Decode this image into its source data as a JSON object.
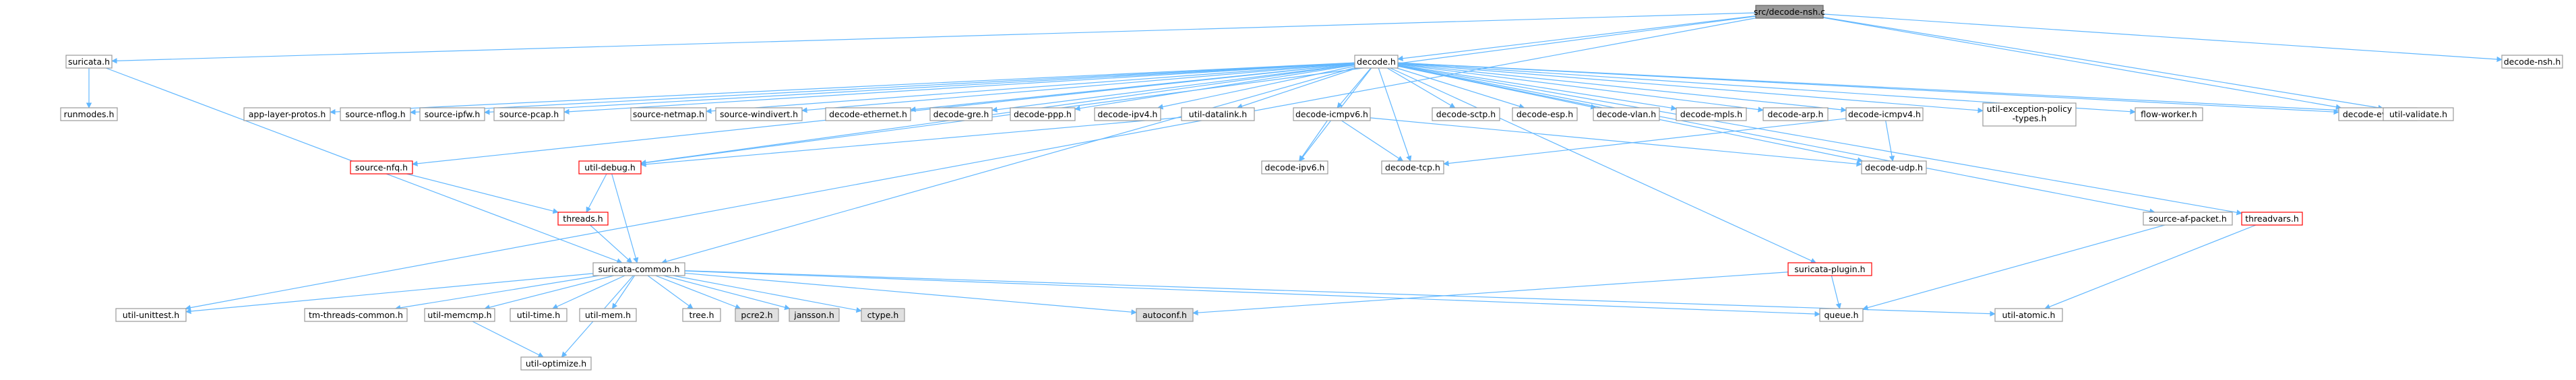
{
  "colors": {
    "edge": "#63b8ff",
    "node_fill": "#ffffff",
    "node_border": "#999999",
    "root_fill": "#999999",
    "root_border": "#666666",
    "truncated_border": "#ff0000",
    "external_fill": "#e0e0e0",
    "external_border": "#999999"
  },
  "graph": {
    "root": "src/decode-nsh.c",
    "nodes": [
      {
        "id": "root",
        "label": "src/decode-nsh.c",
        "style": "root"
      },
      {
        "id": "suricata_h",
        "label": "suricata.h",
        "style": "normal"
      },
      {
        "id": "decode_h",
        "label": "decode.h",
        "style": "normal"
      },
      {
        "id": "decode_nsh_h",
        "label": "decode-nsh.h",
        "style": "normal"
      },
      {
        "id": "runmodes_h",
        "label": "runmodes.h",
        "style": "normal"
      },
      {
        "id": "app_layer_protos_h",
        "label": "app-layer-protos.h",
        "style": "normal"
      },
      {
        "id": "source_nflog_h",
        "label": "source-nflog.h",
        "style": "normal"
      },
      {
        "id": "source_ipfw_h",
        "label": "source-ipfw.h",
        "style": "normal"
      },
      {
        "id": "source_pcap_h",
        "label": "source-pcap.h",
        "style": "normal"
      },
      {
        "id": "source_netmap_h",
        "label": "source-netmap.h",
        "style": "normal"
      },
      {
        "id": "source_windivert_h",
        "label": "source-windivert.h",
        "style": "normal"
      },
      {
        "id": "decode_ethernet_h",
        "label": "decode-ethernet.h",
        "style": "normal"
      },
      {
        "id": "decode_gre_h",
        "label": "decode-gre.h",
        "style": "normal"
      },
      {
        "id": "decode_ppp_h",
        "label": "decode-ppp.h",
        "style": "normal"
      },
      {
        "id": "decode_ipv4_h",
        "label": "decode-ipv4.h",
        "style": "normal"
      },
      {
        "id": "util_datalink_h",
        "label": "util-datalink.h",
        "style": "normal"
      },
      {
        "id": "decode_icmpv6_h",
        "label": "decode-icmpv6.h",
        "style": "normal"
      },
      {
        "id": "decode_sctp_h",
        "label": "decode-sctp.h",
        "style": "normal"
      },
      {
        "id": "decode_esp_h",
        "label": "decode-esp.h",
        "style": "normal"
      },
      {
        "id": "decode_vlan_h",
        "label": "decode-vlan.h",
        "style": "normal"
      },
      {
        "id": "decode_mpls_h",
        "label": "decode-mpls.h",
        "style": "normal"
      },
      {
        "id": "decode_arp_h",
        "label": "decode-arp.h",
        "style": "normal"
      },
      {
        "id": "decode_icmpv4_h",
        "label": "decode-icmpv4.h",
        "style": "normal"
      },
      {
        "id": "util_exception_policy_types_h",
        "label": "util-exception-policy",
        "label2": "-types.h",
        "style": "normal"
      },
      {
        "id": "flow_worker_h",
        "label": "flow-worker.h",
        "style": "normal"
      },
      {
        "id": "decode_events_h",
        "label": "decode-events.h",
        "style": "normal"
      },
      {
        "id": "util_validate_h",
        "label": "util-validate.h",
        "style": "normal"
      },
      {
        "id": "source_nfq_h",
        "label": "source-nfq.h",
        "style": "truncated"
      },
      {
        "id": "util_debug_h",
        "label": "util-debug.h",
        "style": "truncated"
      },
      {
        "id": "decode_ipv6_h",
        "label": "decode-ipv6.h",
        "style": "normal"
      },
      {
        "id": "decode_tcp_h",
        "label": "decode-tcp.h",
        "style": "normal"
      },
      {
        "id": "decode_udp_h",
        "label": "decode-udp.h",
        "style": "normal"
      },
      {
        "id": "threads_h",
        "label": "threads.h",
        "style": "truncated"
      },
      {
        "id": "source_af_packet_h",
        "label": "source-af-packet.h",
        "style": "normal"
      },
      {
        "id": "threadvars_h",
        "label": "threadvars.h",
        "style": "truncated"
      },
      {
        "id": "suricata_common_h",
        "label": "suricata-common.h",
        "style": "normal"
      },
      {
        "id": "suricata_plugin_h",
        "label": "suricata-plugin.h",
        "style": "truncated"
      },
      {
        "id": "util_unittest_h",
        "label": "util-unittest.h",
        "style": "normal"
      },
      {
        "id": "tm_threads_common_h",
        "label": "tm-threads-common.h",
        "style": "normal"
      },
      {
        "id": "util_memcmp_h",
        "label": "util-memcmp.h",
        "style": "normal"
      },
      {
        "id": "util_time_h",
        "label": "util-time.h",
        "style": "normal"
      },
      {
        "id": "util_mem_h",
        "label": "util-mem.h",
        "style": "normal"
      },
      {
        "id": "tree_h",
        "label": "tree.h",
        "style": "normal"
      },
      {
        "id": "pcre2_h",
        "label": "pcre2.h",
        "style": "external"
      },
      {
        "id": "jansson_h",
        "label": "jansson.h",
        "style": "external"
      },
      {
        "id": "ctype_h",
        "label": "ctype.h",
        "style": "external"
      },
      {
        "id": "autoconf_h",
        "label": "autoconf.h",
        "style": "external"
      },
      {
        "id": "queue_h",
        "label": "queue.h",
        "style": "normal"
      },
      {
        "id": "util_atomic_h",
        "label": "util-atomic.h",
        "style": "normal"
      },
      {
        "id": "util_optimize_h",
        "label": "util-optimize.h",
        "style": "normal"
      }
    ],
    "edges": [
      [
        "root",
        "suricata_h"
      ],
      [
        "root",
        "decode_h"
      ],
      [
        "root",
        "decode_nsh_h"
      ],
      [
        "root",
        "decode_events_h"
      ],
      [
        "root",
        "util_validate_h"
      ],
      [
        "root",
        "util_unittest_h"
      ],
      [
        "root",
        "util_debug_h"
      ],
      [
        "suricata_h",
        "runmodes_h"
      ],
      [
        "suricata_h",
        "suricata_common_h"
      ],
      [
        "decode_h",
        "app_layer_protos_h"
      ],
      [
        "decode_h",
        "source_nflog_h"
      ],
      [
        "decode_h",
        "source_ipfw_h"
      ],
      [
        "decode_h",
        "source_pcap_h"
      ],
      [
        "decode_h",
        "source_netmap_h"
      ],
      [
        "decode_h",
        "source_windivert_h"
      ],
      [
        "decode_h",
        "decode_ethernet_h"
      ],
      [
        "decode_h",
        "decode_gre_h"
      ],
      [
        "decode_h",
        "decode_ppp_h"
      ],
      [
        "decode_h",
        "decode_ipv4_h"
      ],
      [
        "decode_h",
        "util_datalink_h"
      ],
      [
        "decode_h",
        "decode_icmpv6_h"
      ],
      [
        "decode_h",
        "decode_sctp_h"
      ],
      [
        "decode_h",
        "decode_esp_h"
      ],
      [
        "decode_h",
        "decode_vlan_h"
      ],
      [
        "decode_h",
        "decode_mpls_h"
      ],
      [
        "decode_h",
        "decode_arp_h"
      ],
      [
        "decode_h",
        "decode_icmpv4_h"
      ],
      [
        "decode_h",
        "util_exception_policy_types_h"
      ],
      [
        "decode_h",
        "flow_worker_h"
      ],
      [
        "decode_h",
        "decode_events_h"
      ],
      [
        "decode_h",
        "util_validate_h"
      ],
      [
        "decode_h",
        "source_nfq_h"
      ],
      [
        "decode_h",
        "util_debug_h"
      ],
      [
        "decode_h",
        "decode_ipv6_h"
      ],
      [
        "decode_h",
        "decode_tcp_h"
      ],
      [
        "decode_h",
        "decode_udp_h"
      ],
      [
        "decode_h",
        "source_af_packet_h"
      ],
      [
        "decode_h",
        "threadvars_h"
      ],
      [
        "decode_h",
        "suricata_plugin_h"
      ],
      [
        "decode_h",
        "suricata_common_h"
      ],
      [
        "util_datalink_h",
        "util_debug_h"
      ],
      [
        "decode_icmpv6_h",
        "decode_ipv6_h"
      ],
      [
        "decode_icmpv6_h",
        "decode_tcp_h"
      ],
      [
        "decode_icmpv6_h",
        "decode_udp_h"
      ],
      [
        "decode_icmpv4_h",
        "decode_tcp_h"
      ],
      [
        "decode_icmpv4_h",
        "decode_udp_h"
      ],
      [
        "source_nfq_h",
        "threads_h"
      ],
      [
        "util_debug_h",
        "threads_h"
      ],
      [
        "util_debug_h",
        "suricata_common_h"
      ],
      [
        "threads_h",
        "suricata_common_h"
      ],
      [
        "source_af_packet_h",
        "queue_h"
      ],
      [
        "threadvars_h",
        "util_atomic_h"
      ],
      [
        "suricata_plugin_h",
        "queue_h"
      ],
      [
        "suricata_plugin_h",
        "autoconf_h"
      ],
      [
        "suricata_common_h",
        "util_unittest_h"
      ],
      [
        "suricata_common_h",
        "tm_threads_common_h"
      ],
      [
        "suricata_common_h",
        "util_memcmp_h"
      ],
      [
        "suricata_common_h",
        "util_time_h"
      ],
      [
        "suricata_common_h",
        "util_mem_h"
      ],
      [
        "suricata_common_h",
        "tree_h"
      ],
      [
        "suricata_common_h",
        "pcre2_h"
      ],
      [
        "suricata_common_h",
        "jansson_h"
      ],
      [
        "suricata_common_h",
        "ctype_h"
      ],
      [
        "suricata_common_h",
        "autoconf_h"
      ],
      [
        "suricata_common_h",
        "queue_h"
      ],
      [
        "suricata_common_h",
        "util_atomic_h"
      ],
      [
        "suricata_common_h",
        "util_optimize_h"
      ],
      [
        "util_memcmp_h",
        "util_optimize_h"
      ]
    ]
  }
}
